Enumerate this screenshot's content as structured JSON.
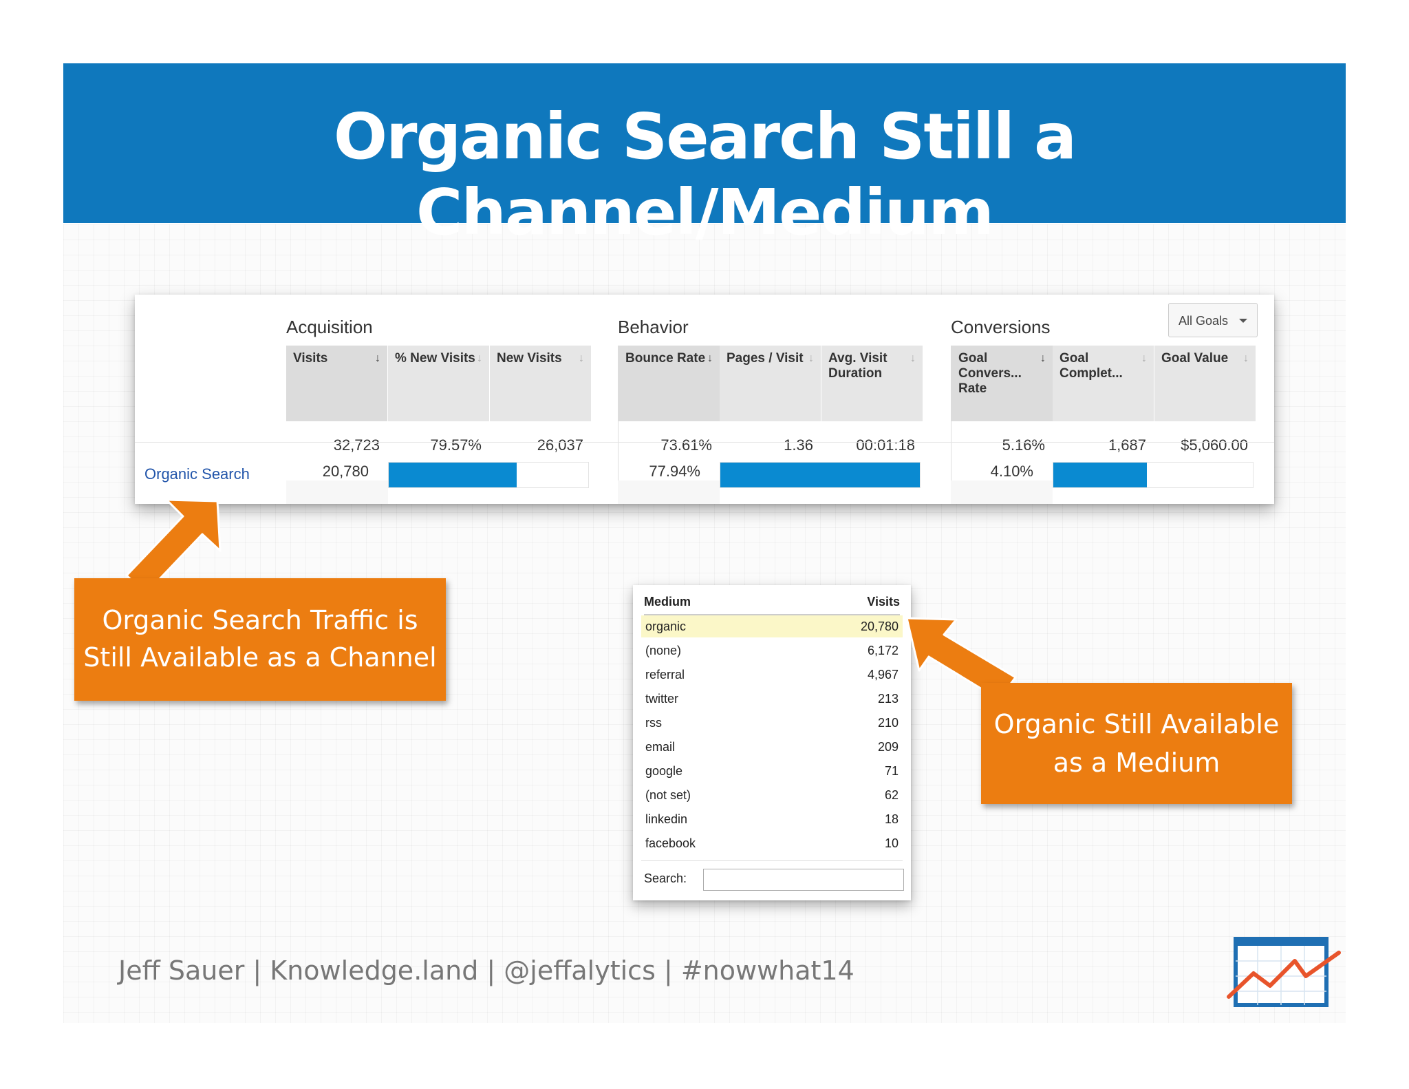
{
  "title": "Organic Search Still a Channel/Medium",
  "ga": {
    "groups": {
      "acquisition": "Acquisition",
      "behavior": "Behavior",
      "conversions": "Conversions"
    },
    "goals_dropdown": "All Goals",
    "columns": [
      {
        "label": "Visits",
        "sort": "↓",
        "total": "32,723"
      },
      {
        "label": "% New Visits",
        "sort": "↓",
        "total": "79.57%"
      },
      {
        "label": "New Visits",
        "sort": "↓",
        "total": "26,037"
      },
      {
        "label": "Bounce Rate",
        "sort": "↓",
        "total": "73.61%"
      },
      {
        "label": "Pages / Visit",
        "sort": "↓",
        "total": "1.36"
      },
      {
        "label": "Avg. Visit Duration",
        "sort": "↓",
        "total": "00:01:18"
      },
      {
        "label": "Goal Convers... Rate",
        "sort": "↓",
        "total": "5.16%"
      },
      {
        "label": "Goal Complet...",
        "sort": "↓",
        "total": "1,687"
      },
      {
        "label": "Goal Value",
        "sort": "↓",
        "total": "$5,060.00"
      }
    ],
    "row": {
      "label": "Organic Search",
      "visits": "20,780",
      "visits_bar": 0.64,
      "bounce_rate": "77.94%",
      "bounce_bar": 1.0,
      "conv_rate": "4.10%",
      "conv_bar": 0.47
    }
  },
  "medium_table": {
    "header_medium": "Medium",
    "header_visits": "Visits",
    "rows": [
      {
        "medium": "organic",
        "visits": "20,780"
      },
      {
        "medium": "(none)",
        "visits": "6,172"
      },
      {
        "medium": "referral",
        "visits": "4,967"
      },
      {
        "medium": "twitter",
        "visits": "213"
      },
      {
        "medium": "rss",
        "visits": "210"
      },
      {
        "medium": "email",
        "visits": "209"
      },
      {
        "medium": "google",
        "visits": "71"
      },
      {
        "medium": "(not set)",
        "visits": "62"
      },
      {
        "medium": "linkedin",
        "visits": "18"
      },
      {
        "medium": "facebook",
        "visits": "10"
      }
    ],
    "search_label": "Search:"
  },
  "callouts": {
    "channel_line1": "Organic Search Traffic is",
    "channel_line2": "Still Available as a Channel",
    "medium_line1": "Organic Still Available",
    "medium_line2": "as a Medium"
  },
  "footer": "Jeff Sauer | Knowledge.land | @jeffalytics | #nowwhat14",
  "colors": {
    "banner": "#0f78bd",
    "callout": "#ec7d11",
    "bar": "#0a8ad1",
    "highlight": "#fbf7c8"
  },
  "logo_icon": "line-chart-icon"
}
